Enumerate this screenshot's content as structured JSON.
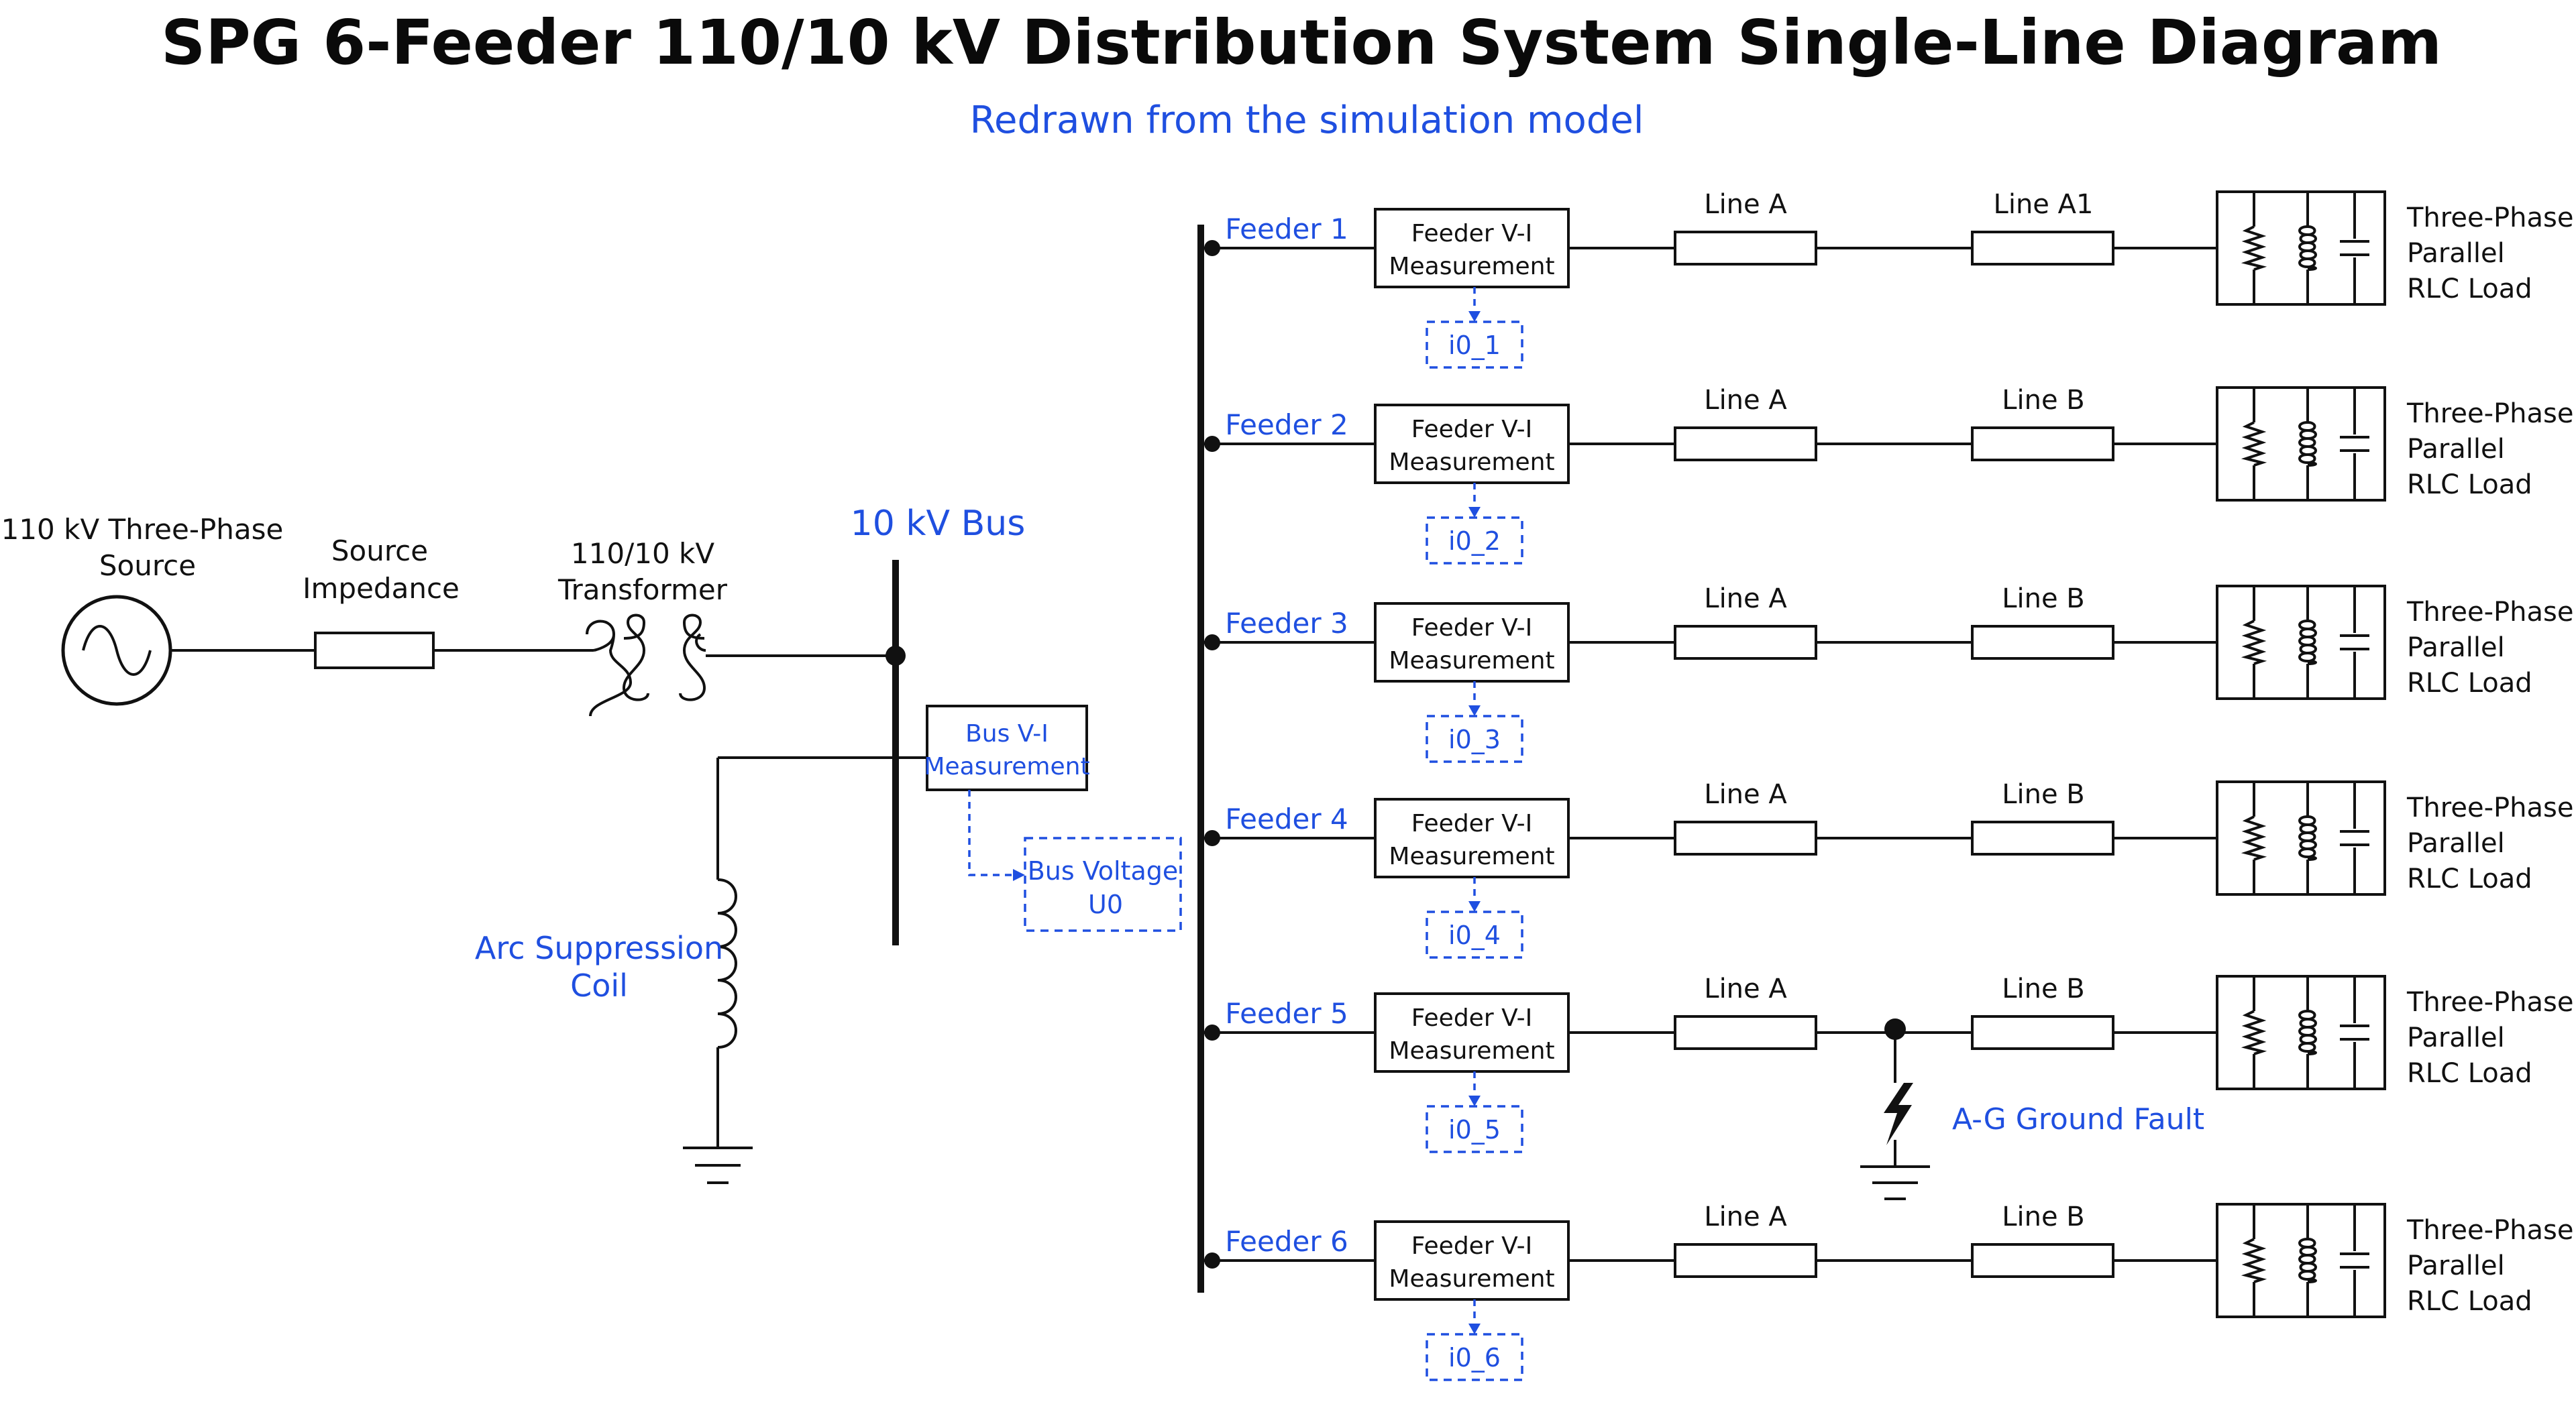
{
  "title": "SPG 6-Feeder 110/10 kV Distribution System Single-Line Diagram",
  "subtitle": "Redrawn from the simulation model",
  "source": {
    "line1": "110 kV Three-Phase",
    "line2": "Source"
  },
  "source_impedance": {
    "line1": "Source",
    "line2": "Impedance"
  },
  "transformer": {
    "line1": "110/10 kV",
    "line2": "Transformer"
  },
  "bus_label": "10 kV Bus",
  "bus_measurement": {
    "line1": "Bus V-I",
    "line2": "Measurement"
  },
  "bus_voltage": {
    "line1": "Bus Voltage",
    "line2": "U0"
  },
  "arc_coil": {
    "line1": "Arc Suppression",
    "line2": "Coil"
  },
  "fault_label": "A-G Ground Fault",
  "meas_label": {
    "line1": "Feeder V-I",
    "line2": "Measurement"
  },
  "load_label": {
    "line1": "Three-Phase",
    "line2": "Parallel",
    "line3": "RLC Load"
  },
  "feeders": [
    {
      "name": "Feeder 1",
      "line1": "Line A",
      "line2": "Line A1",
      "signal": "i0_1"
    },
    {
      "name": "Feeder 2",
      "line1": "Line A",
      "line2": "Line B",
      "signal": "i0_2"
    },
    {
      "name": "Feeder 3",
      "line1": "Line A",
      "line2": "Line B",
      "signal": "i0_3"
    },
    {
      "name": "Feeder 4",
      "line1": "Line A",
      "line2": "Line B",
      "signal": "i0_4"
    },
    {
      "name": "Feeder 5",
      "line1": "Line A",
      "line2": "Line B",
      "signal": "i0_5"
    },
    {
      "name": "Feeder 6",
      "line1": "Line A",
      "line2": "Line B",
      "signal": "i0_6"
    }
  ],
  "colors": {
    "ink": "#111111",
    "accent": "#1f4fe0"
  }
}
